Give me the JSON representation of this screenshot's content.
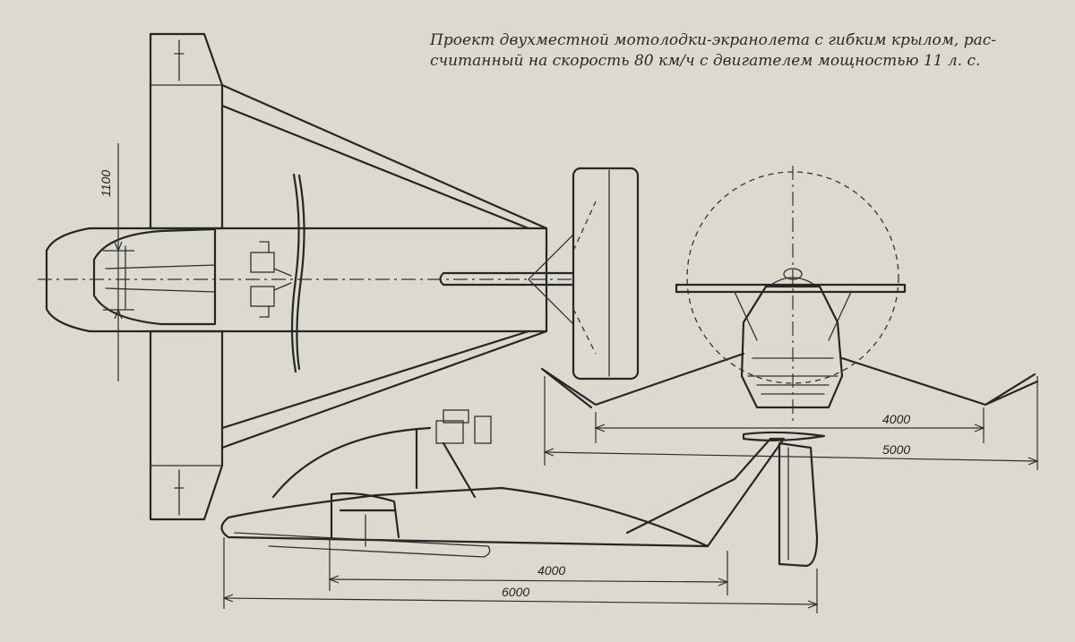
{
  "caption": {
    "line1": "Проект двухместной мотолодки-экранолета с гибким крылом, рас-",
    "line2": "считанный на скорость 80 км/ч с двигателем мощностью 11 л. с."
  },
  "dimensions": {
    "top_width": "1100",
    "front_inner": "4000",
    "front_outer": "5000",
    "side_inner": "4000",
    "side_outer": "6000"
  }
}
